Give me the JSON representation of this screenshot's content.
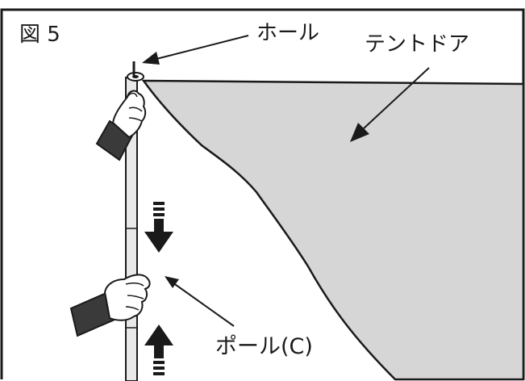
{
  "figure": {
    "number_label": "図 5",
    "labels": {
      "hole": "ホール",
      "tent_door": "テントドア",
      "pole": "ポール(C)"
    }
  },
  "colors": {
    "door_fill": "#d6d6d6",
    "line": "#1a1a1a",
    "sleeve": "#3a3a3a",
    "pole_fill": "#e9e9e9"
  },
  "icons": [
    "arrow-down-icon",
    "arrow-up-icon",
    "hand-icon",
    "grommet-icon"
  ]
}
